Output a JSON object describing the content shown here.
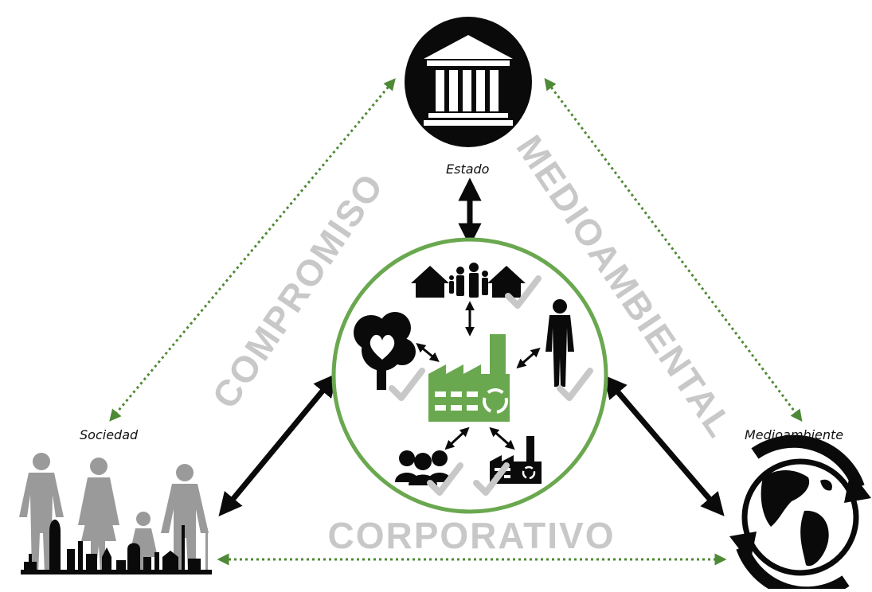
{
  "nodes": {
    "estado": "Estado",
    "sociedad": "Sociedad",
    "medioambiente": "Medioambiente"
  },
  "axis_words": {
    "left": "COMPROMISO",
    "right": "MEDIOAMBIENTAL",
    "bottom": "CORPORATIVO"
  },
  "colors": {
    "green": "#6aa84f",
    "dotted_green": "#4e8a35",
    "gray_text": "#c8c8c8",
    "dark": "#0a0a0a",
    "silhouette_gray": "#9a9a9a"
  },
  "icons": {
    "estado": "government-building-icon",
    "sociedad": "family-city-skyline-icon",
    "medioambiente": "globe-recycle-icon",
    "center": "green-factory-icon",
    "center_top": "houses-family-icon",
    "center_left": "tree-heart-icon",
    "center_right": "man-silhouette-icon",
    "center_bottom_left": "group-people-icon",
    "center_bottom_right": "recycle-factory-icon"
  }
}
